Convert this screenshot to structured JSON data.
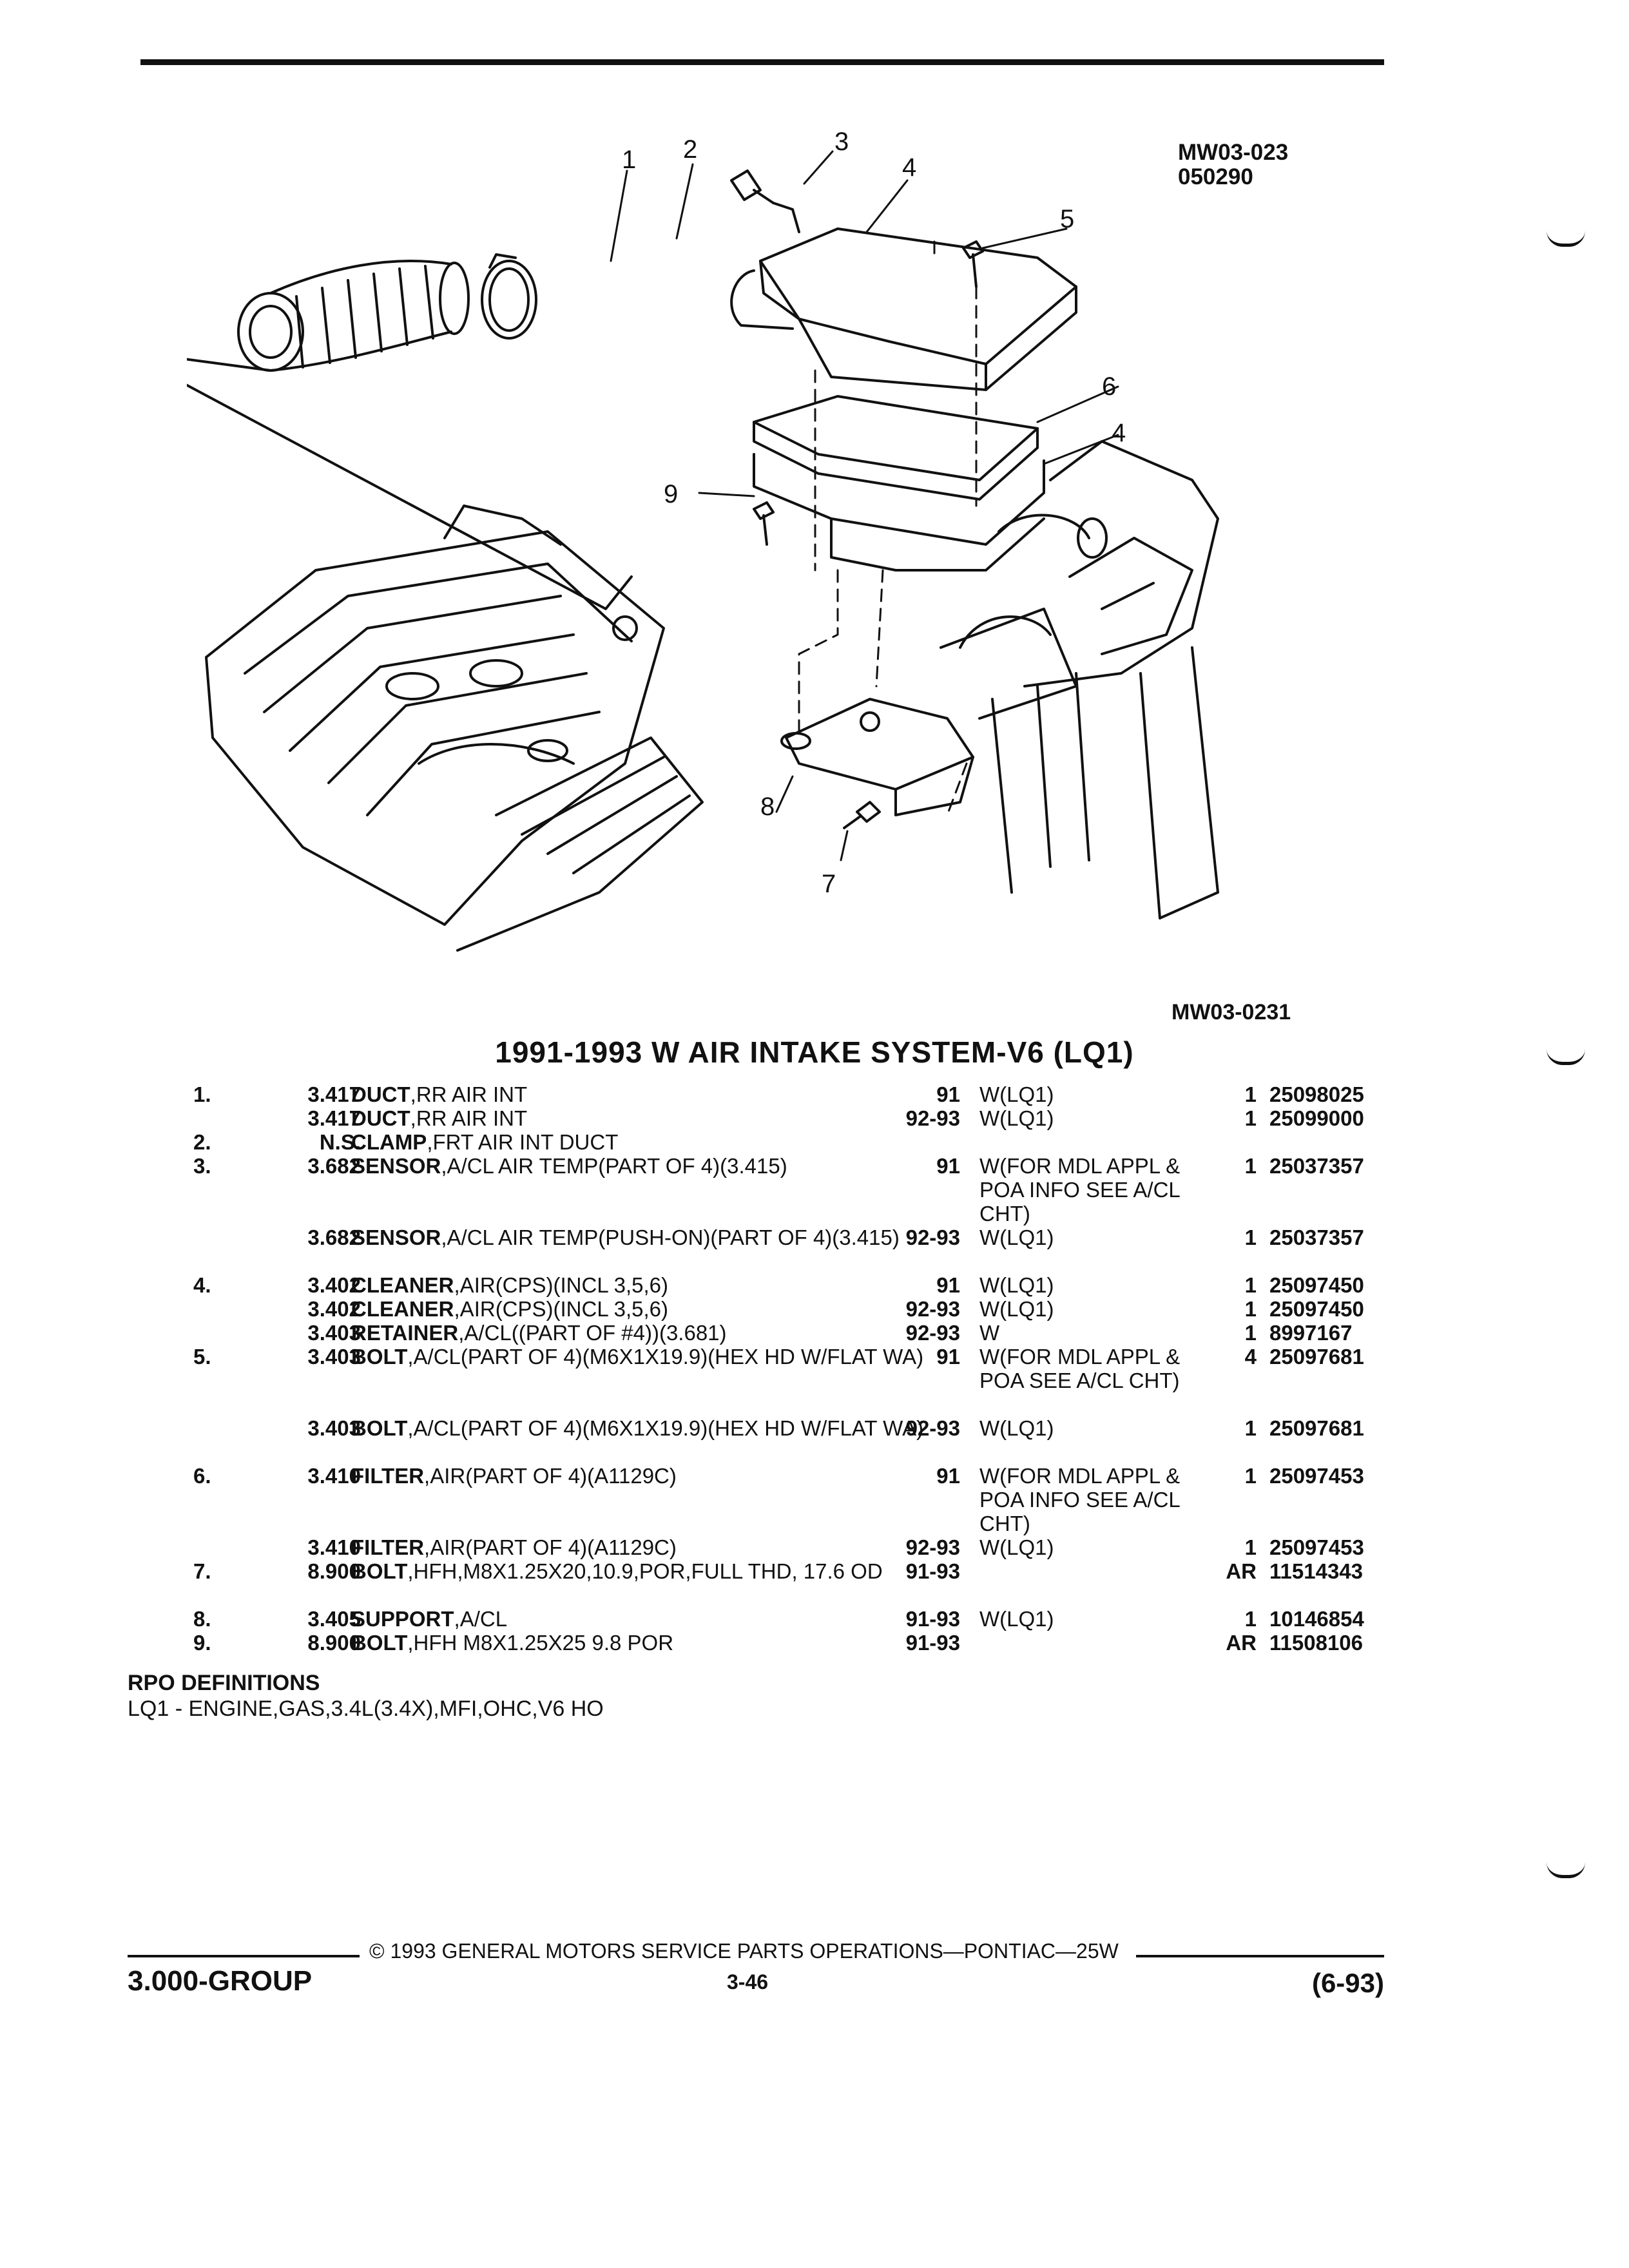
{
  "figure": {
    "code_top": [
      "MW03-023",
      "050290"
    ],
    "code_bottom": "MW03-0231",
    "callouts": [
      "1",
      "2",
      "3",
      "4",
      "5",
      "6",
      "4",
      "9",
      "8",
      "7"
    ]
  },
  "title": "1991-1993 W AIR INTAKE SYSTEM-V6 (LQ1)",
  "parts": [
    {
      "num": "1.",
      "grp": "3.417",
      "name": "DUCT",
      "desc": ",RR AIR INT",
      "yr": "91",
      "use": "W(LQ1)",
      "qty": "1",
      "pn": "25098025"
    },
    {
      "num": "",
      "grp": "3.417",
      "name": "DUCT",
      "desc": ",RR AIR INT",
      "yr": "92-93",
      "use": "W(LQ1)",
      "qty": "1",
      "pn": "25099000"
    },
    {
      "num": "2.",
      "grp": "N.S.",
      "name": "CLAMP",
      "desc": ",FRT AIR INT DUCT",
      "yr": "",
      "use": "",
      "qty": "",
      "pn": ""
    },
    {
      "num": "3.",
      "grp": "3.682",
      "name": "SENSOR",
      "desc": ",A/CL AIR TEMP(PART OF 4)(3.415)",
      "yr": "91",
      "use": "W(FOR MDL APPL & POA INFO SEE A/CL CHT)",
      "qty": "1",
      "pn": "25037357"
    },
    {
      "num": "",
      "grp": "3.682",
      "name": "SENSOR",
      "desc": ",A/CL AIR TEMP(PUSH-ON)(PART OF 4)(3.415)",
      "yr": "92-93",
      "use": "W(LQ1)",
      "qty": "1",
      "pn": "25037357"
    },
    {
      "num": "4.",
      "grp": "3.402",
      "name": "CLEANER",
      "desc": ",AIR(CPS)(INCL 3,5,6)",
      "yr": "91",
      "use": "W(LQ1)",
      "qty": "1",
      "pn": "25097450"
    },
    {
      "num": "",
      "grp": "3.402",
      "name": "CLEANER",
      "desc": ",AIR(CPS)(INCL 3,5,6)",
      "yr": "92-93",
      "use": "W(LQ1)",
      "qty": "1",
      "pn": "25097450"
    },
    {
      "num": "",
      "grp": "3.403",
      "name": "RETAINER",
      "desc": ",A/CL((PART OF #4))(3.681)",
      "yr": "92-93",
      "use": "W",
      "qty": "1",
      "pn": "8997167"
    },
    {
      "num": "5.",
      "grp": "3.403",
      "name": "BOLT",
      "desc": ",A/CL(PART OF 4)(M6X1X19.9)(HEX HD W/FLAT WA)",
      "yr": "91",
      "use": "W(FOR MDL APPL & POA SEE A/CL CHT)",
      "qty": "4",
      "pn": "25097681"
    },
    {
      "num": "",
      "grp": "3.403",
      "name": "BOLT",
      "desc": ",A/CL(PART OF 4)(M6X1X19.9)(HEX HD W/FLAT WA)",
      "yr": "92-93",
      "use": "W(LQ1)",
      "qty": "1",
      "pn": "25097681"
    },
    {
      "num": "6.",
      "grp": "3.410",
      "name": "FILTER",
      "desc": ",AIR(PART OF 4)(A1129C)",
      "yr": "91",
      "use": "W(FOR MDL APPL & POA INFO SEE A/CL CHT)",
      "qty": "1",
      "pn": "25097453"
    },
    {
      "num": "",
      "grp": "3.410",
      "name": "FILTER",
      "desc": ",AIR(PART OF 4)(A1129C)",
      "yr": "92-93",
      "use": "W(LQ1)",
      "qty": "1",
      "pn": "25097453"
    },
    {
      "num": "7.",
      "grp": "8.900",
      "name": "BOLT",
      "desc": ",HFH,M8X1.25X20,10.9,POR,FULL THD, 17.6 OD",
      "yr": "91-93",
      "use": "",
      "qty": "AR",
      "pn": "11514343"
    },
    {
      "num": "8.",
      "grp": "3.405",
      "name": "SUPPORT",
      "desc": ",A/CL",
      "yr": "91-93",
      "use": "W(LQ1)",
      "qty": "1",
      "pn": "10146854"
    },
    {
      "num": "9.",
      "grp": "8.900",
      "name": "BOLT",
      "desc": ",HFH M8X1.25X25 9.8 POR",
      "yr": "91-93",
      "use": "",
      "qty": "AR",
      "pn": "11508106"
    }
  ],
  "rpo": {
    "heading": "RPO DEFINITIONS",
    "line": "LQ1 - ENGINE,GAS,3.4L(3.4X),MFI,OHC,V6 HO"
  },
  "footer": {
    "copyright": "© 1993 GENERAL MOTORS SERVICE PARTS OPERATIONS—PONTIAC—25W",
    "group": "3.000-GROUP",
    "page": "3-46",
    "date": "(6-93)"
  }
}
